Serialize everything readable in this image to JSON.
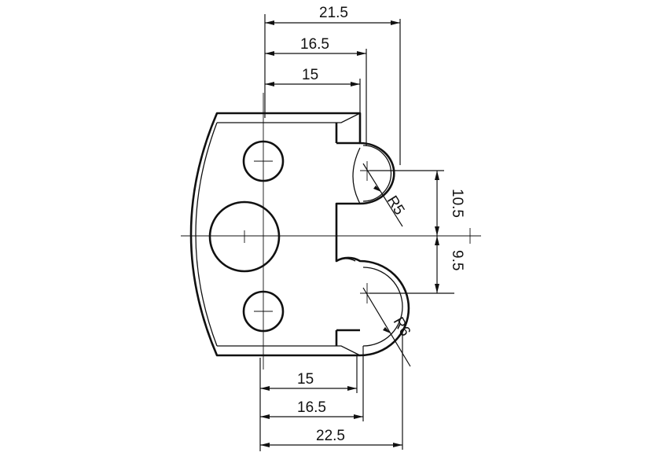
{
  "dimensions": {
    "top_overall": "21.5",
    "top_middle": "16.5",
    "top_inner": "15",
    "bottom_inner": "15",
    "bottom_middle": "16.5",
    "bottom_overall": "22.5",
    "right_upper": "10.5",
    "right_lower": "9.5"
  },
  "radii": {
    "upper": "R5",
    "lower": "R6"
  }
}
